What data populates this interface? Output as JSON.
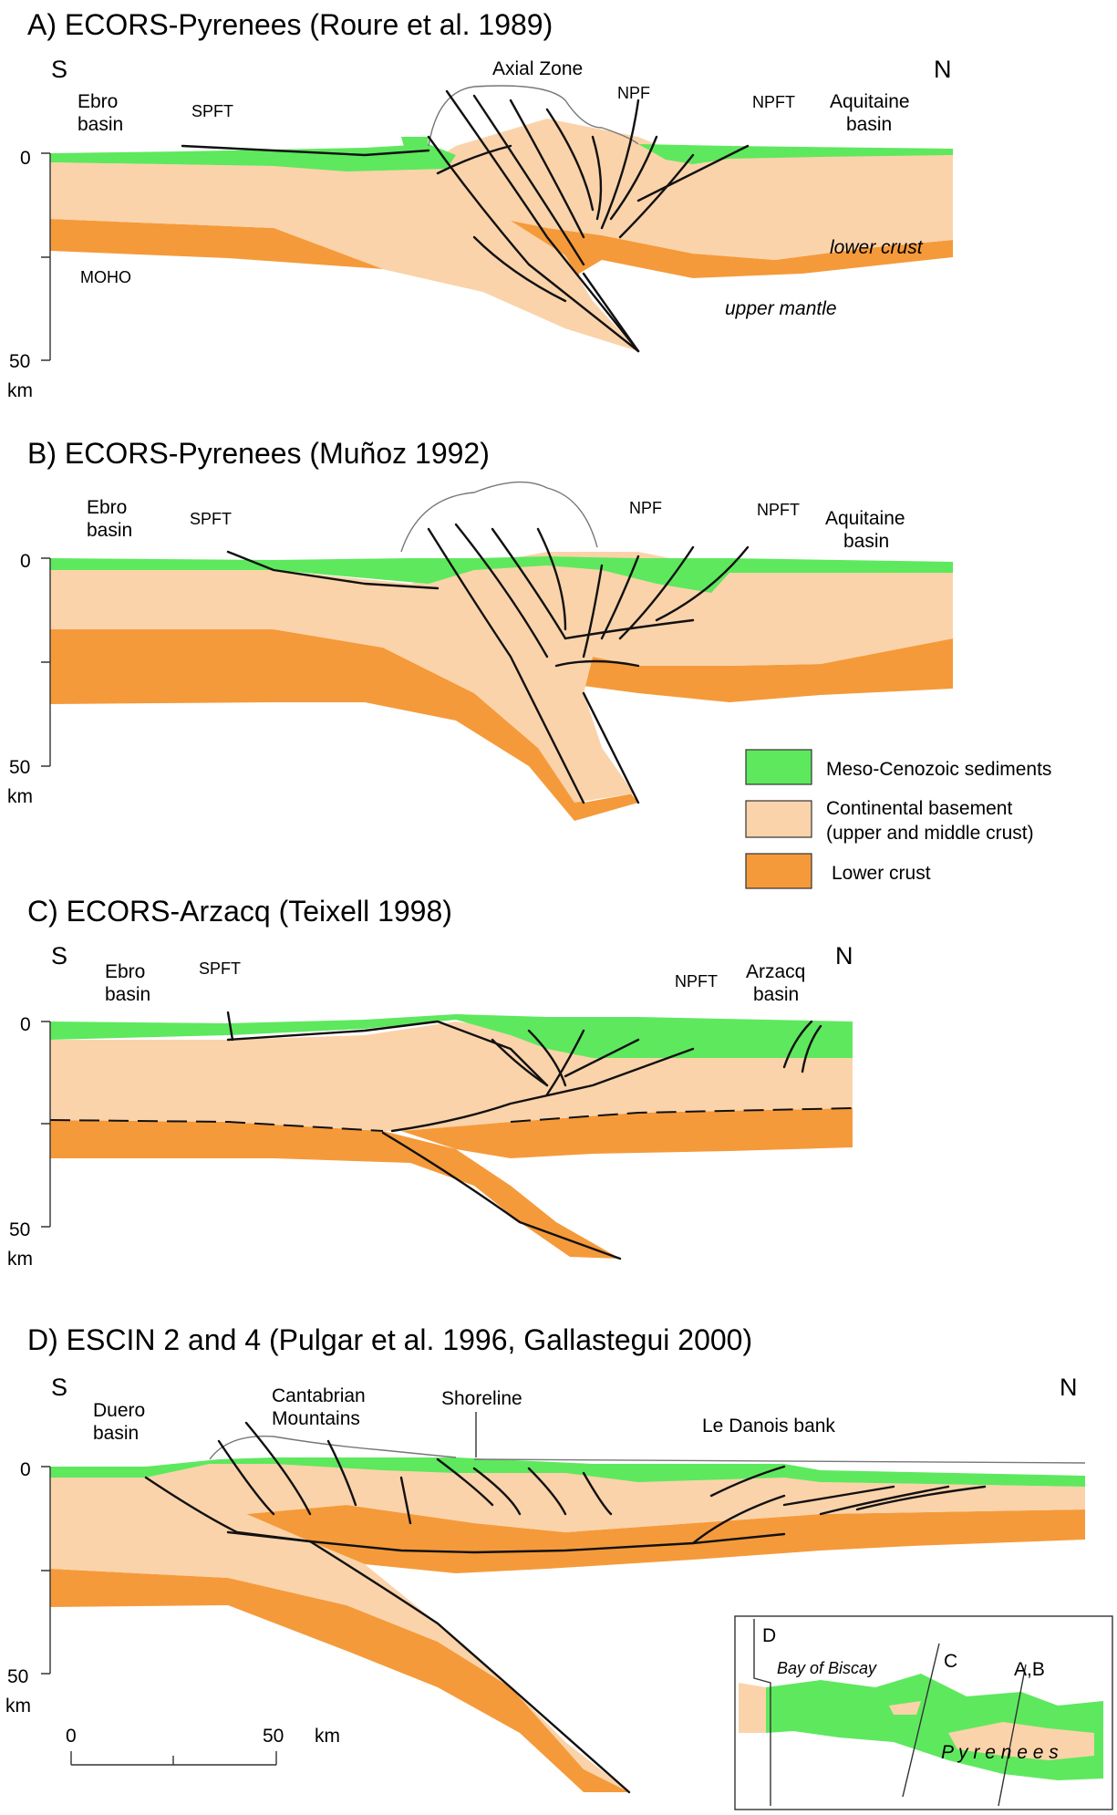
{
  "panels": [
    {
      "title": "A) ECORS-Pyrenees (Roure et al. 1989)",
      "south": "S",
      "north": "N",
      "labels": {
        "ebro": [
          "Ebro",
          "basin"
        ],
        "spft": "SPFT",
        "axial": "Axial Zone",
        "npf": "NPF",
        "npft": "NPFT",
        "aquitaine": [
          "Aquitaine",
          "basin"
        ],
        "lower_crust": "lower crust",
        "moho": "MOHO",
        "upper_mantle": "upper mantle"
      },
      "depth_ticks": [
        "0",
        "50"
      ],
      "depth_unit": "km"
    },
    {
      "title": "B) ECORS-Pyrenees (Muñoz 1992)",
      "labels": {
        "ebro": [
          "Ebro",
          "basin"
        ],
        "spft": "SPFT",
        "npf": "NPF",
        "npft": "NPFT",
        "aquitaine": [
          "Aquitaine",
          "basin"
        ]
      },
      "depth_ticks": [
        "0",
        "50"
      ],
      "depth_unit": "km"
    },
    {
      "title": "C) ECORS-Arzacq (Teixell 1998)",
      "south": "S",
      "north": "N",
      "labels": {
        "ebro": [
          "Ebro",
          "basin"
        ],
        "spft": "SPFT",
        "npft": "NPFT",
        "arzacq": [
          "Arzacq",
          "basin"
        ]
      },
      "depth_ticks": [
        "0",
        "50"
      ],
      "depth_unit": "km"
    },
    {
      "title": "D) ESCIN 2 and 4 (Pulgar et al. 1996, Gallastegui 2000)",
      "south": "S",
      "north": "N",
      "labels": {
        "duero": [
          "Duero",
          "basin"
        ],
        "cantabrian": [
          "Cantabrian",
          "Mountains"
        ],
        "shoreline": "Shoreline",
        "danois": "Le Danois bank"
      },
      "depth_ticks": [
        "0",
        "50"
      ],
      "depth_unit": "km"
    }
  ],
  "legend": [
    {
      "key": "sediments",
      "label": [
        "Meso-Cenozoic sediments"
      ],
      "color": "#5ee85e"
    },
    {
      "key": "basement",
      "label": [
        "Continental basement",
        "(upper and middle crust)"
      ],
      "color": "#fbd3aa"
    },
    {
      "key": "lower_crust",
      "label": [
        "Lower crust"
      ],
      "color": "#f59a3a"
    }
  ],
  "scale_bar": {
    "start": "0",
    "end": "50",
    "unit": "km"
  },
  "location_map": {
    "section_d": "D",
    "section_c": "C",
    "section_ab": "A,B",
    "bay": "Bay of Biscay",
    "range": "P y r e n e e s"
  }
}
